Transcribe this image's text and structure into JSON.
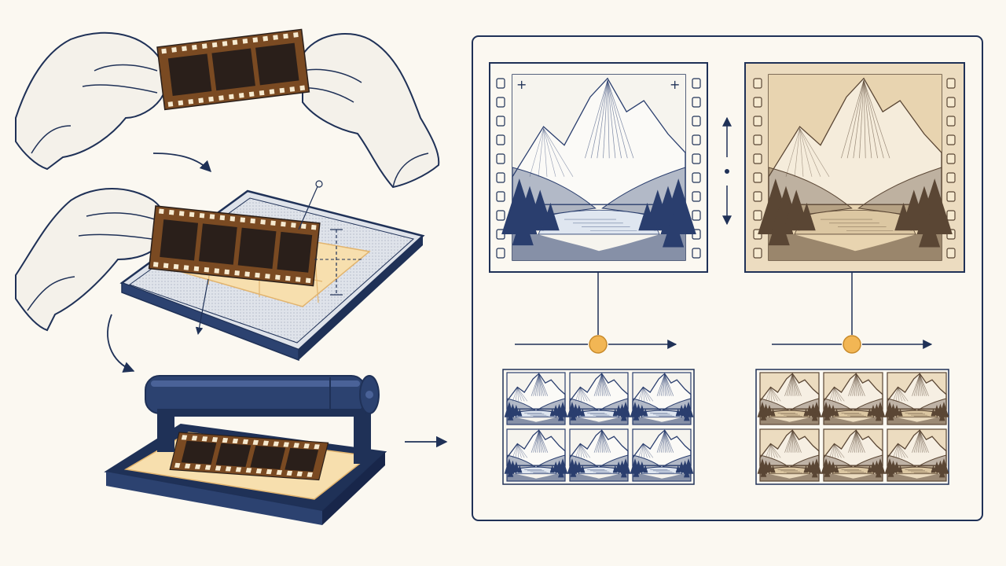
{
  "figure": {
    "description_text": "",
    "steps": [
      {
        "id": "hold-negative"
      },
      {
        "id": "place-on-contact-frame"
      },
      {
        "id": "expose-in-printing-press"
      }
    ],
    "outputs": [
      {
        "id": "cyanotype-variant",
        "tone": "blue"
      },
      {
        "id": "sepia-variant",
        "tone": "sepia"
      }
    ],
    "proof_grid": {
      "rows": 2,
      "cols": 3
    }
  },
  "colors": {
    "ink": "#1f3157",
    "ink_light": "#2c4270",
    "paper": "#fbf8f1",
    "film_brown": "#7a4a22",
    "film_dark": "#2a1f1a",
    "sepia_bg": "#ecdcc0",
    "sepia_ink": "#5a4634",
    "cyan_ink": "#2a3e6e",
    "glow": "#f7dfae",
    "node": "#f2b654",
    "glove": "#f4f1ea"
  }
}
